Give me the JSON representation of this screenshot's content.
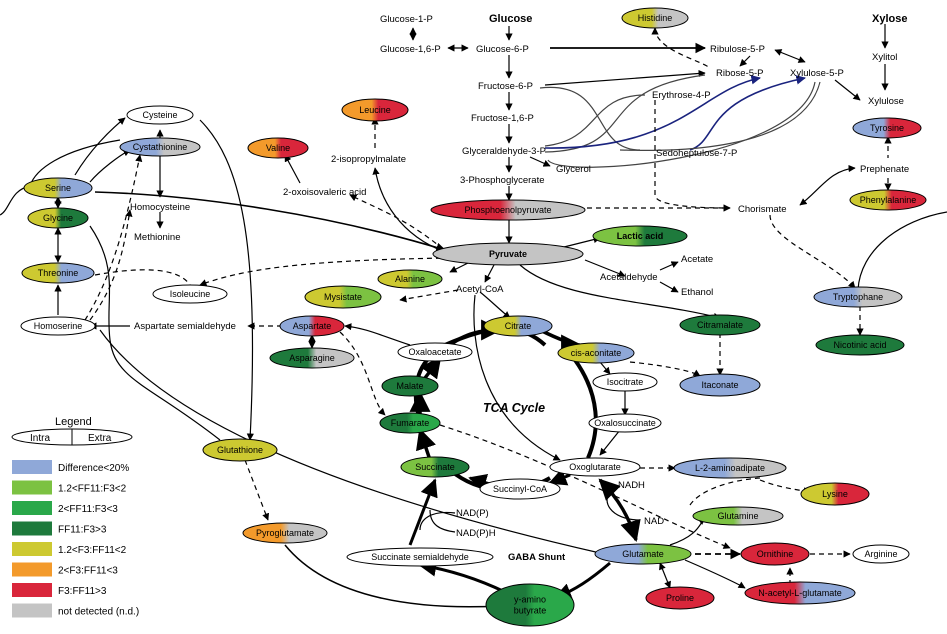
{
  "title": "",
  "colors": {
    "blue": "#8fa8d8",
    "lightgreen": "#7cc242",
    "green": "#2aa84a",
    "darkgreen": "#1e7a3c",
    "yellow": "#cdc931",
    "orange": "#f39a2b",
    "red": "#d9263b",
    "grey": "#c4c4c4",
    "white": "#ffffff"
  },
  "labels": {
    "glucose1p": "Glucose-1-P",
    "glucose": "Glucose",
    "glucose16p": "Glucose-1,6-P",
    "glucose6p": "Glucose-6-P",
    "fructose6p": "Fructose-6-P",
    "fructose16p": "Fructose-1,6-P",
    "glyceraldehyde3p": "Glyceraldehyde-3-P",
    "glycerol": "Glycerol",
    "phosphoglycerate": "3-Phosphoglycerate",
    "ribulose5p": "Ribulose-5-P",
    "ribose5p": "Ribose-5-P",
    "xylulose5p": "Xylulose-5-P",
    "erythrose4p": "Erythrose-4-P",
    "sedoheptulose": "Sedoheptulose-7-P",
    "xylose": "Xylose",
    "xylitol": "Xylitol",
    "xylulose": "Xylulose",
    "prephenate": "Prephenate",
    "chorismate": "Chorismate",
    "isopropylmalate": "2-isopropylmalate",
    "oxoisovaleric": "2-oxoisovaleric acid",
    "homocysteine": "Homocysteine",
    "methionine": "Methionine",
    "acetaldehyde": "Acetaldehyde",
    "acetate": "Acetate",
    "ethanol": "Ethanol",
    "acetylcoa": "Acetyl-CoA",
    "aspsemialdehyde": "Aspartate semialdehyde",
    "tcacycle": "TCA Cycle",
    "nadh": "NADH",
    "nad": "NAD",
    "nadp": "NAD(P)",
    "nadph": "NAD(P)H",
    "gabashunt": "GABA Shunt"
  },
  "nodes": {
    "histidine": "Histidine",
    "cysteine": "Cysteine",
    "cystathionine": "Cystathionine",
    "serine": "Serine",
    "glycine": "Glycine",
    "threonine": "Threonine",
    "isoleucine": "Isoleucine",
    "homoserine": "Homoserine",
    "leucine": "Leucine",
    "valine": "Valine",
    "tyrosine": "Tyrosine",
    "phenylalanine": "Phenylalanine",
    "tryptophane": "Tryptophane",
    "nicotinic": "Nicotinic acid",
    "pep": "Phosphoenolpyruvate",
    "pyruvate": "Pyruvate",
    "lactic": "Lactic acid",
    "alanine": "Alanine",
    "mysistate": "Mysistate",
    "citrate": "Citrate",
    "citramalate": "Citramalate",
    "aspartate": "Aspartate",
    "asparagine": "Asparagine",
    "oxaloacetate": "Oxaloacetate",
    "cisaconitate": "cis-aconitate",
    "isocitrate": "Isocitrate",
    "itaconate": "Itaconate",
    "malate": "Malate",
    "fumarate": "Fumarate",
    "oxalosuccinate": "Oxalosuccinate",
    "glutathione": "Glutathione",
    "succinate": "Succinate",
    "oxoglutarate": "Oxoglutarate",
    "aminoadipate": "L-2-aminoadipate",
    "succinylcoa": "Succinyl-CoA",
    "lysine": "Lysine",
    "glutamine": "Glutamine",
    "pyroglutamate": "Pyroglutamate",
    "succsemialdehyde": "Succinate semialdehyde",
    "glutamate": "Glutamate",
    "ornithine": "Ornithine",
    "arginine": "Arginine",
    "proline": "Proline",
    "acetylglutamate": "N-acetyl-L-glutamate",
    "gaba": "y-amino\nbutyrate"
  },
  "legend": {
    "title": "Legend",
    "intra": "Intra",
    "extra": "Extra",
    "items": [
      {
        "label": "Difference<20%",
        "color": "#8fa8d8"
      },
      {
        "label": "1.2<FF11:F3<2",
        "color": "#7cc242"
      },
      {
        "label": "2<FF11:F3<3",
        "color": "#2aa84a"
      },
      {
        "label": "FF11:F3>3",
        "color": "#1e7a3c"
      },
      {
        "label": "1.2<F3:FF11<2",
        "color": "#cdc931"
      },
      {
        "label": "2<F3:FF11<3",
        "color": "#f39a2b"
      },
      {
        "label": "F3:FF11>3",
        "color": "#d9263b"
      },
      {
        "label": "not detected (n.d.)",
        "color": "#c4c4c4"
      }
    ]
  }
}
